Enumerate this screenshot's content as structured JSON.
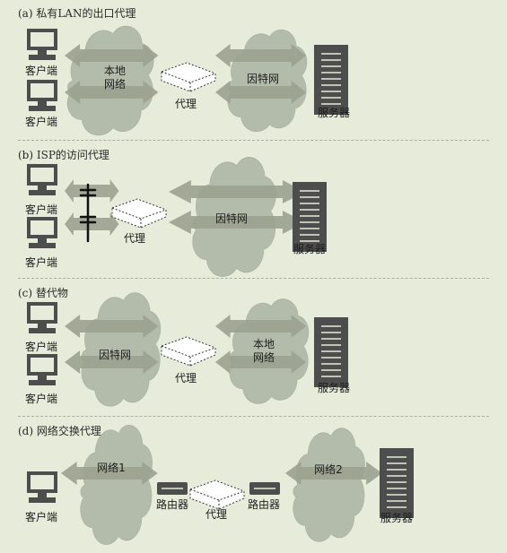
{
  "panels": [
    {
      "title": "(a)  私有LAN的出口代理",
      "labels": {
        "client1": "客户端",
        "client2": "客户端",
        "cloud1": "本地\n网络",
        "proxy": "代理",
        "cloud2": "因特网",
        "server": "服务器"
      }
    },
    {
      "title": "(b)  ISP的访问代理",
      "labels": {
        "client1": "客户端",
        "client2": "客户端",
        "proxy": "代理",
        "cloud": "因特网",
        "server": "服务器"
      }
    },
    {
      "title": "(c)  替代物",
      "labels": {
        "client1": "客户端",
        "client2": "客户端",
        "cloud1": "因特网",
        "proxy": "代理",
        "cloud2": "本地\n网络",
        "server": "服务器"
      }
    },
    {
      "title": "(d)  网络交换代理",
      "labels": {
        "client": "客户端",
        "cloud1": "网络1",
        "router1": "路由器",
        "proxy": "代理",
        "router2": "路由器",
        "cloud2": "网络2",
        "server": "服务器"
      }
    }
  ],
  "colors": {
    "background": "#e6ecd9",
    "cloud": "#b3bcab",
    "arrow": "#9aa28f",
    "device": "#4d4d4d"
  }
}
